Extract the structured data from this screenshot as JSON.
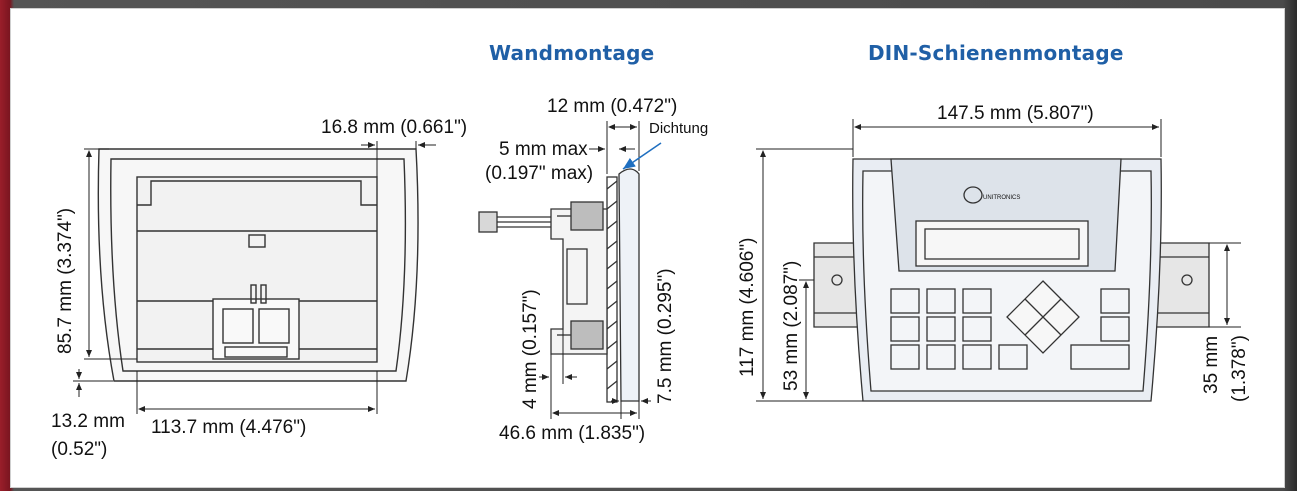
{
  "headings": {
    "wall_mount": "Wandmontage",
    "din_rail_mount": "DIN-Schienenmontage"
  },
  "front_view": {
    "offset_top_right": "16.8 mm (0.661\")",
    "height": "85.7 mm (3.374\")",
    "offset_bottom_left_mm": "13.2 mm",
    "offset_bottom_left_in": "(0.52\")",
    "width": "113.7 mm (4.476\")"
  },
  "side_view": {
    "top_width": "12 mm (0.472\")",
    "gasket": "Dichtung",
    "max_thickness_mm": "5 mm max",
    "max_thickness_in": "(0.197\" max)",
    "small_gap": "4 mm (0.157\")",
    "panel_gap": "7.5 mm (0.295\")",
    "depth": "46.6 mm (1.835\")"
  },
  "din_view": {
    "width": "147.5 mm (5.807\")",
    "height": "117 mm (4.606\")",
    "rail_offset": "53 mm (2.087\")",
    "rail_height_mm": "35 mm",
    "rail_height_in": "(1.378\")",
    "brand": "UNITRONICS"
  },
  "colors": {
    "heading": "#1f5fa6",
    "arrow_blue": "#1f6fc0",
    "device_fill": "#e9edf3",
    "line": "#333333"
  }
}
